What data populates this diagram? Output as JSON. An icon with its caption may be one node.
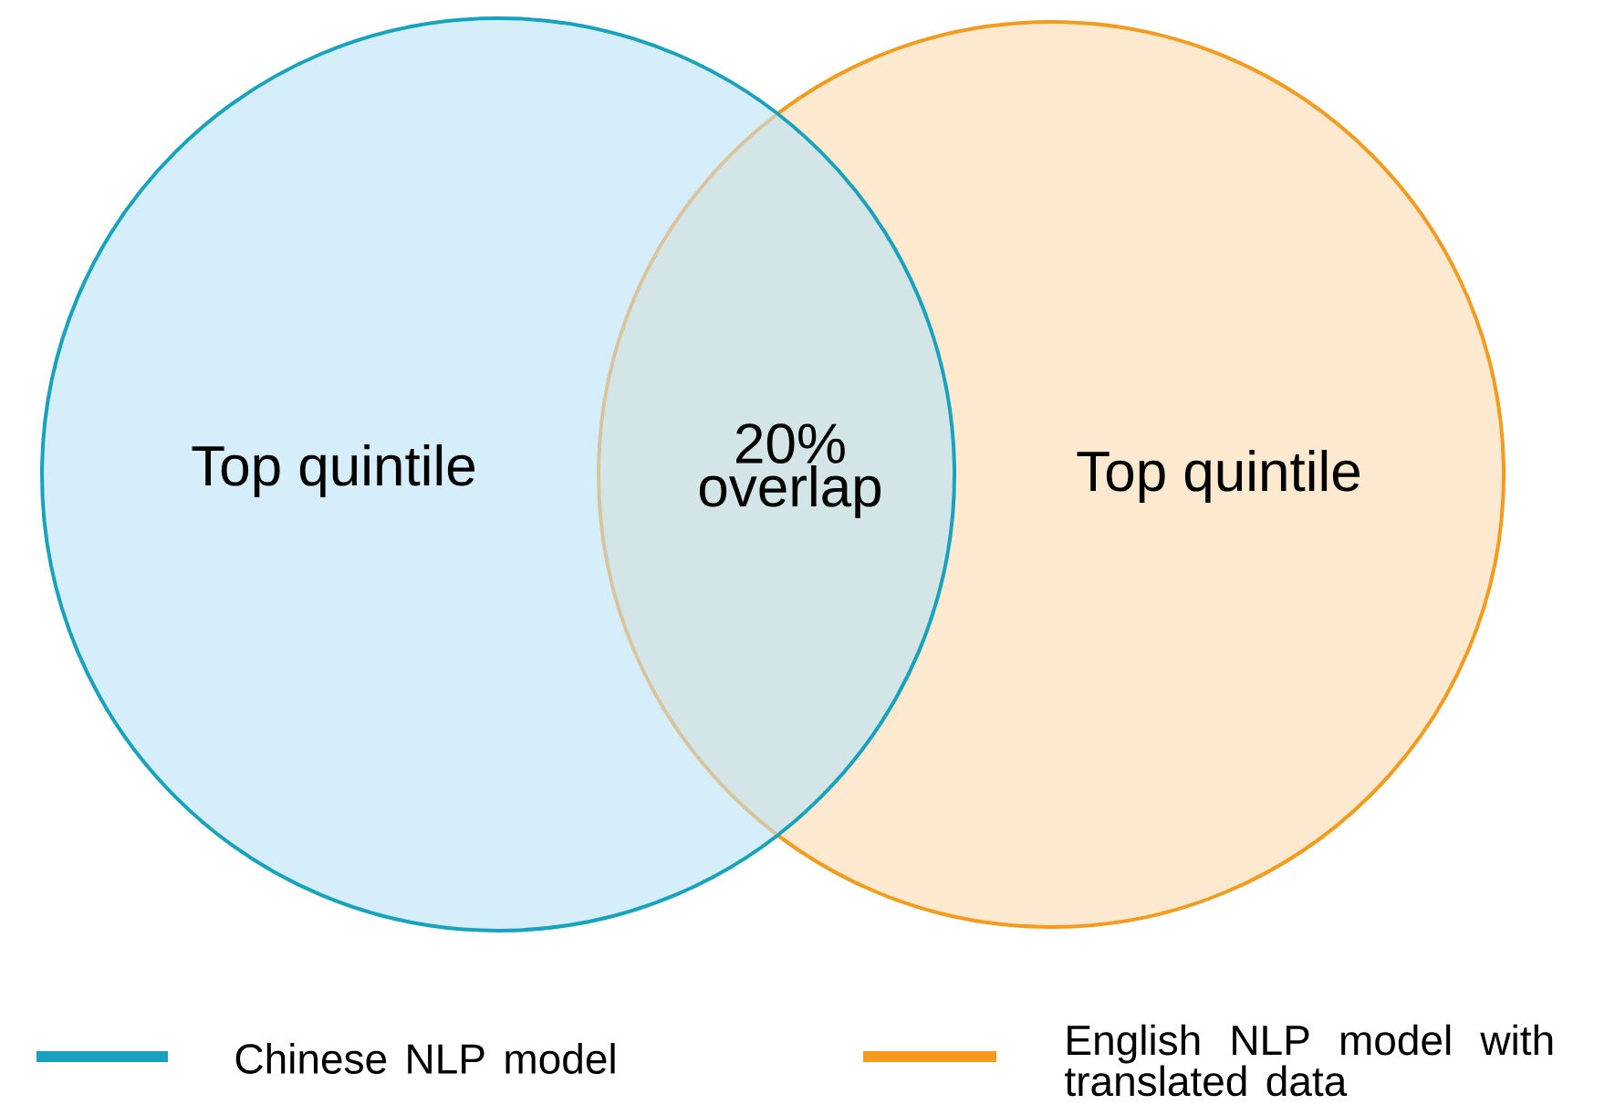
{
  "diagram": {
    "nodes": [
      {
        "text": [
          "Top quintile"
        ]
      },
      {
        "text": [
          "Top quintile"
        ]
      },
      {
        "text": [
          "20% overlap"
        ]
      }
    ],
    "edges": [],
    "legend": [
      {
        "text": "Chinese NLP model",
        "color": "#17a2be"
      },
      {
        "text": "English NLP model with translated data",
        "color": "#f49b1e"
      }
    ]
  }
}
